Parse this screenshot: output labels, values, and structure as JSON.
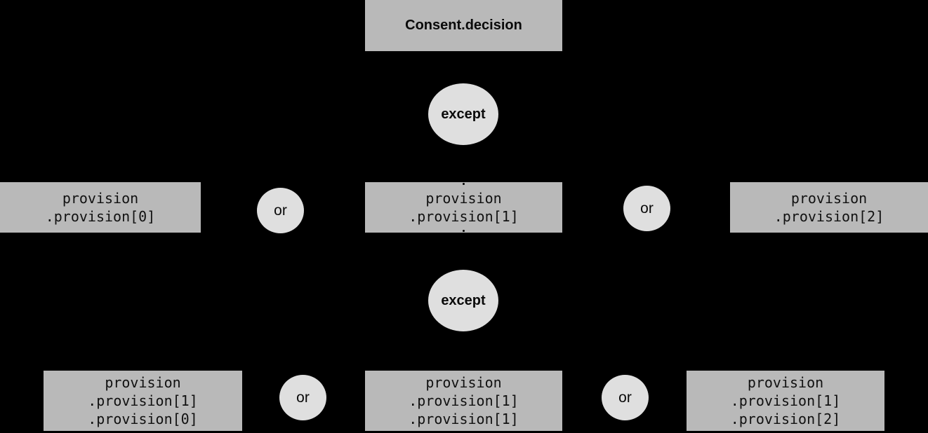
{
  "colors": {
    "background": "#000000",
    "box_fill": "#b9b9b9",
    "operator_fill": "#dfdfdf",
    "text": "#111111"
  },
  "root": {
    "label": "Consent.decision"
  },
  "operators": {
    "except1": "except",
    "except2": "except",
    "or1": "or",
    "or2": "or",
    "or3": "or",
    "or4": "or"
  },
  "level1": [
    {
      "lines": [
        "provision",
        ".provision[0]"
      ]
    },
    {
      "lines": [
        "provision",
        ".provision[1]"
      ]
    },
    {
      "lines": [
        "provision",
        ".provision[2]"
      ]
    }
  ],
  "level2": [
    {
      "lines": [
        "provision",
        ".provision[1]",
        ".provision[0]"
      ]
    },
    {
      "lines": [
        "provision",
        ".provision[1]",
        ".provision[1]"
      ]
    },
    {
      "lines": [
        "provision",
        ".provision[1]",
        ".provision[2]"
      ]
    }
  ]
}
